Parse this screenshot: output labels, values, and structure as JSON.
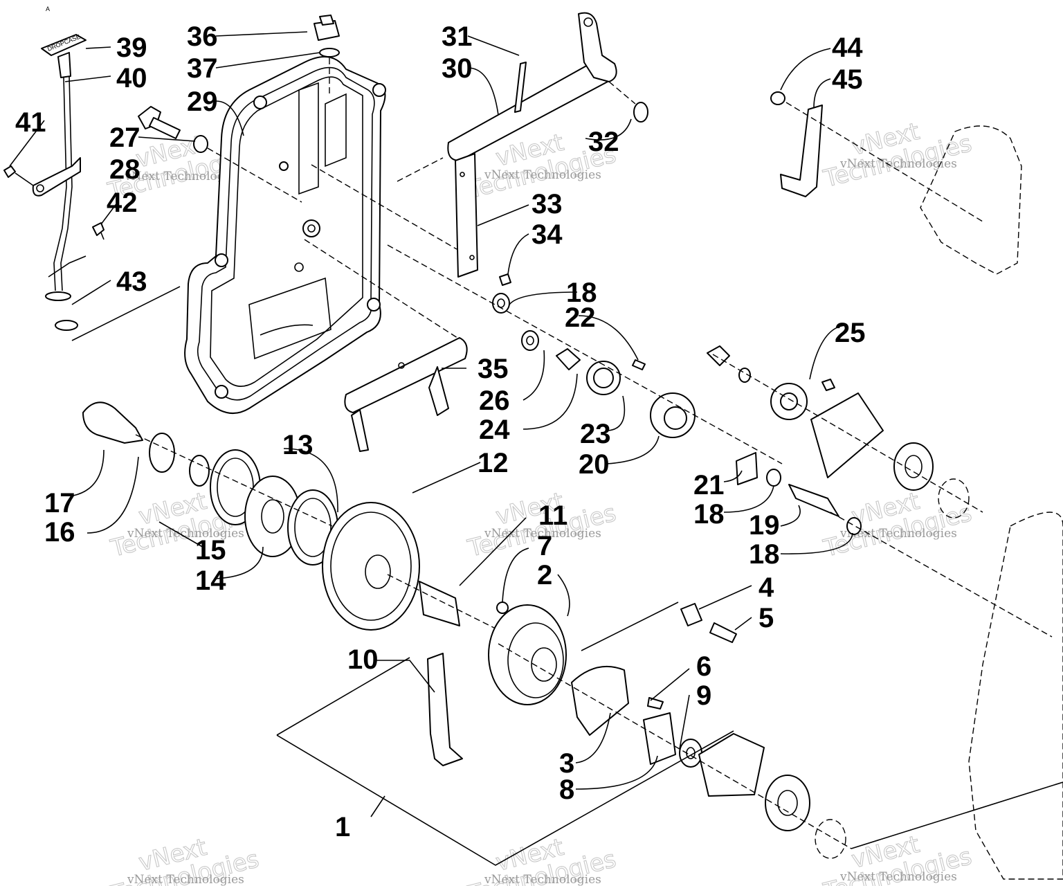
{
  "diagram": {
    "callouts": [
      "1",
      "2",
      "3",
      "4",
      "5",
      "6",
      "7",
      "8",
      "9",
      "10",
      "11",
      "12",
      "13",
      "14",
      "15",
      "16",
      "17",
      "18",
      "19",
      "20",
      "21",
      "22",
      "23",
      "24",
      "25",
      "26",
      "27",
      "28",
      "29",
      "30",
      "31",
      "32",
      "33",
      "34",
      "35",
      "36",
      "37",
      "39",
      "40",
      "41",
      "42",
      "43",
      "44",
      "45"
    ],
    "watermark": {
      "line1": "vNext Technologies",
      "line2": "vNext",
      "line3": "Technologies"
    },
    "handle_marking": "DROPCASE",
    "corner_mark": "A"
  }
}
